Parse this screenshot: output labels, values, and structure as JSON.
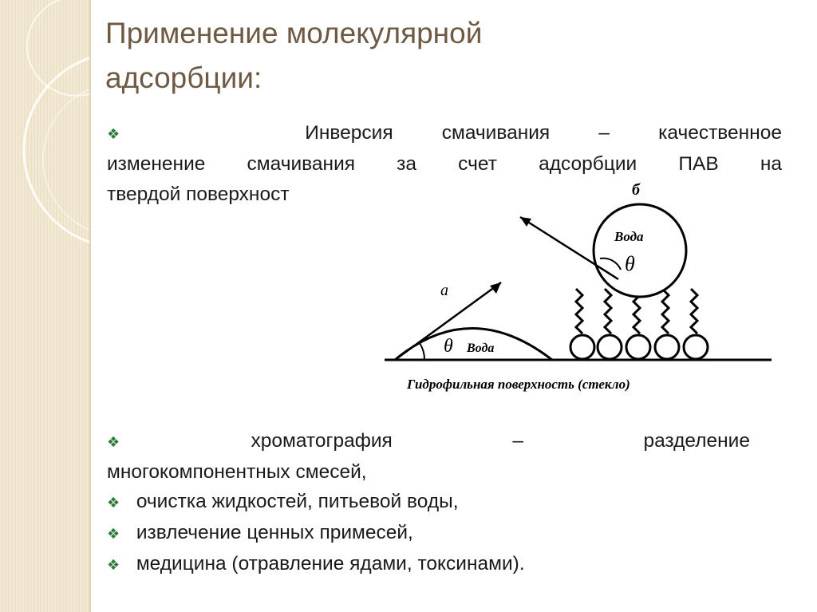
{
  "slide": {
    "title_line1": "Применение молекулярной",
    "title_line2": "адсорбции:",
    "bullet_glyph": "❖",
    "paragraph_line1_word1": "Инверсия",
    "paragraph_line1_word2": "смачивания",
    "paragraph_line1_word3": "–",
    "paragraph_line1_word4": "качественное",
    "paragraph_line2": "изменение смачивания за счет адсорбции ПАВ на",
    "paragraph_line3": "твердой поверхност",
    "list_item1_word1": "хроматография",
    "list_item1_word2": "–",
    "list_item1_word3": "разделение",
    "list_item1_cont": "многокомпонентных смесей,",
    "list_item2": "очистка жидкостей, питьевой воды,",
    "list_item3": "извлечение ценных примесей,",
    "list_item4": "медицина (отравление ядами, токсинами)."
  },
  "diagram": {
    "label_a": "а",
    "label_b": "б",
    "theta": "θ",
    "water_left": "Вода",
    "water_right": "Вода",
    "caption": "Гидрофильная поверхность (стекло)"
  },
  "colors": {
    "title": "#6e5a44",
    "bullet": "#2d7a36",
    "band": "#f1e6cb"
  }
}
